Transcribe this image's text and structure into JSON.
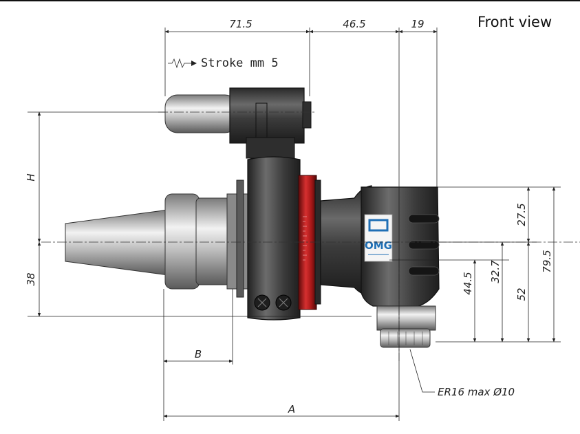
{
  "header": {
    "view_title": "Front view"
  },
  "stroke_label": "Stroke mm 5",
  "collet_label": "ER16 max Ø10",
  "logo_text": "OMG",
  "colors": {
    "housing": "#3a3a3a",
    "red_ring": "#b81c1c",
    "steel": "#bdbdbd",
    "logo_blue": "#1f6fb5"
  },
  "dimensions": {
    "top_71_5": "71.5",
    "top_46_5": "46.5",
    "top_19": "19",
    "h": "H",
    "d38": "38",
    "b": "B",
    "a": "A",
    "d27_5": "27.5",
    "d79_5": "79.5",
    "d32_7": "32.7",
    "d44_5": "44.5",
    "d52": "52"
  }
}
